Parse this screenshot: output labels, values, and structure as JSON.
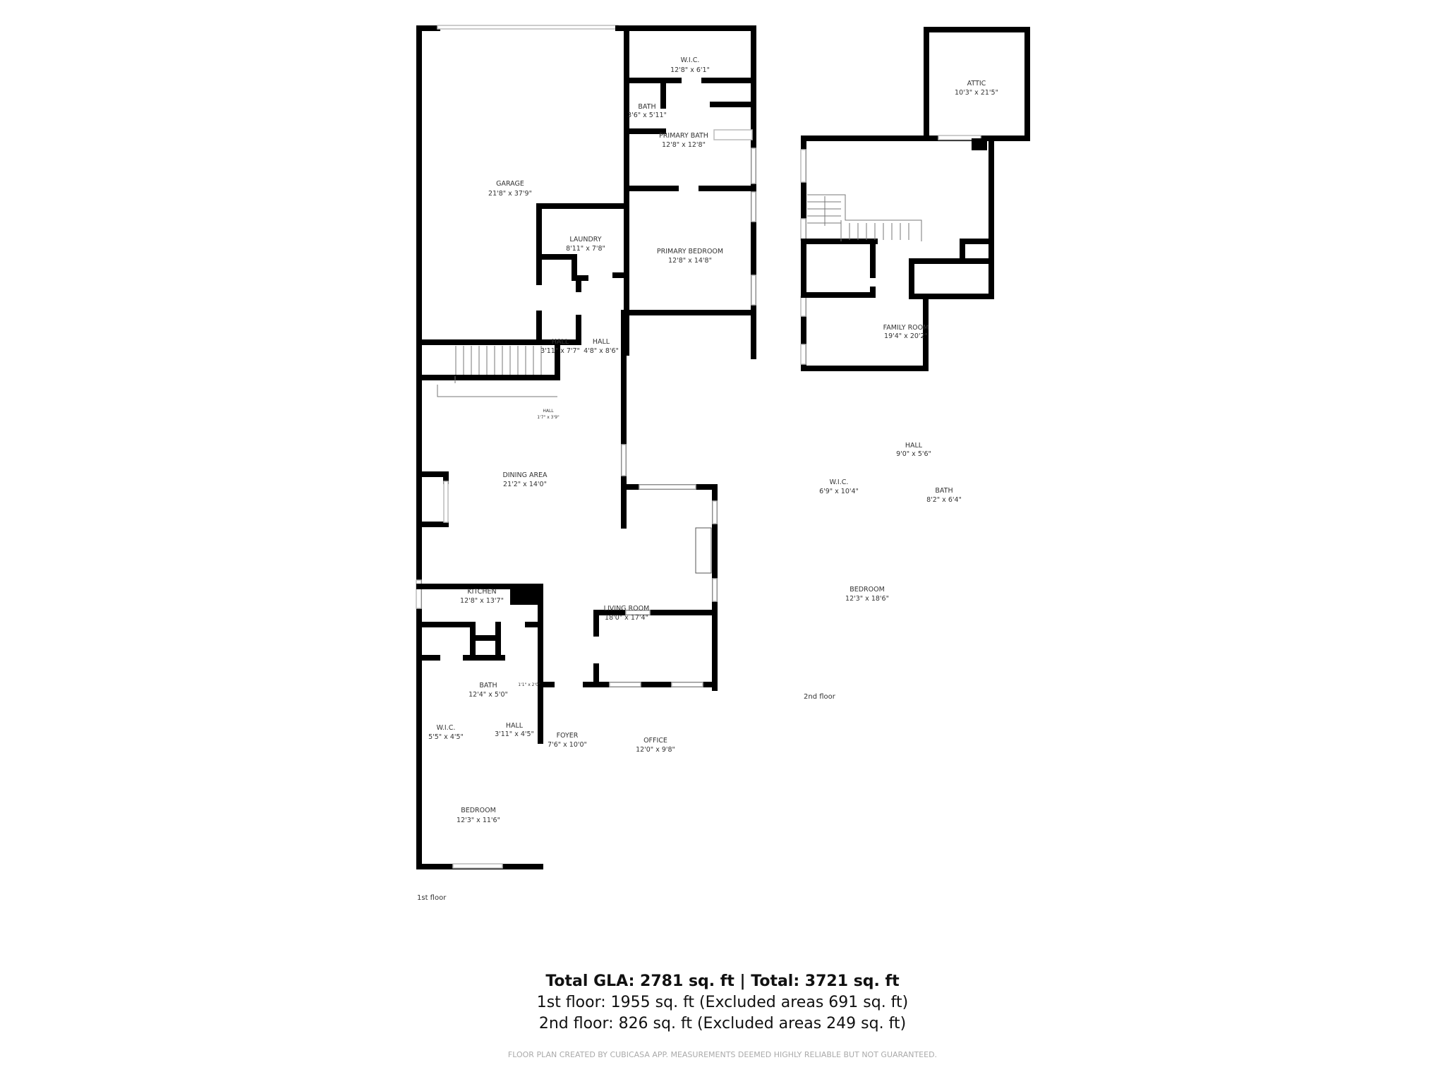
{
  "floors": [
    {
      "label": "1st floor",
      "rooms": [
        {
          "name": "GARAGE",
          "dims": "21'8\" x 37'9\""
        },
        {
          "name": "W.I.C.",
          "dims": "12'8\" x 6'1\""
        },
        {
          "name": "BATH",
          "dims": "3'6\" x 5'11\""
        },
        {
          "name": "PRIMARY BATH",
          "dims": "12'8\" x 12'8\""
        },
        {
          "name": "LAUNDRY",
          "dims": "8'11\" x 7'8\""
        },
        {
          "name": "PRIMARY BEDROOM",
          "dims": "12'8\" x 14'8\""
        },
        {
          "name": "HALL",
          "dims": "3'11\" x 7'7\""
        },
        {
          "name": "HALL",
          "dims": "4'8\" x 8'6\""
        },
        {
          "name": "HALL",
          "dims": "1'7\" x 3'9\""
        },
        {
          "name": "DINING AREA",
          "dims": "21'2\" x 14'0\""
        },
        {
          "name": "KITCHEN",
          "dims": "12'8\" x 13'7\""
        },
        {
          "name": "LIVING ROOM",
          "dims": "18'0\" x 17'4\""
        },
        {
          "name": "BATH",
          "dims": "12'4\" x 5'0\""
        },
        {
          "name": "",
          "dims": "1'1\" x 2'0\""
        },
        {
          "name": "W.I.C.",
          "dims": "5'5\" x 4'5\""
        },
        {
          "name": "HALL",
          "dims": "3'11\" x 4'5\""
        },
        {
          "name": "FOYER",
          "dims": "7'6\" x 10'0\""
        },
        {
          "name": "OFFICE",
          "dims": "12'0\" x 9'8\""
        },
        {
          "name": "BEDROOM",
          "dims": "12'3\" x 11'6\""
        }
      ]
    },
    {
      "label": "2nd floor",
      "rooms": [
        {
          "name": "ATTIC",
          "dims": "10'3\" x 21'5\""
        },
        {
          "name": "FAMILY ROOM",
          "dims": "19'4\" x 20'2\""
        },
        {
          "name": "HALL",
          "dims": "9'0\" x 5'6\""
        },
        {
          "name": "W.I.C.",
          "dims": "6'9\" x 10'4\""
        },
        {
          "name": "BATH",
          "dims": "8'2\" x 6'4\""
        },
        {
          "name": "BEDROOM",
          "dims": "12'3\" x 18'6\""
        }
      ]
    }
  ],
  "summary": {
    "total": "Total GLA: 2781 sq. ft | Total: 3721 sq. ft",
    "first_floor": "1st floor: 1955 sq. ft (Excluded areas 691 sq. ft)",
    "second_floor": "2nd floor: 826 sq. ft (Excluded areas 249 sq. ft)",
    "disclaimer": "FLOOR PLAN CREATED BY CUBICASA APP. MEASUREMENTS DEEMED HIGHLY RELIABLE BUT NOT GUARANTEED."
  }
}
